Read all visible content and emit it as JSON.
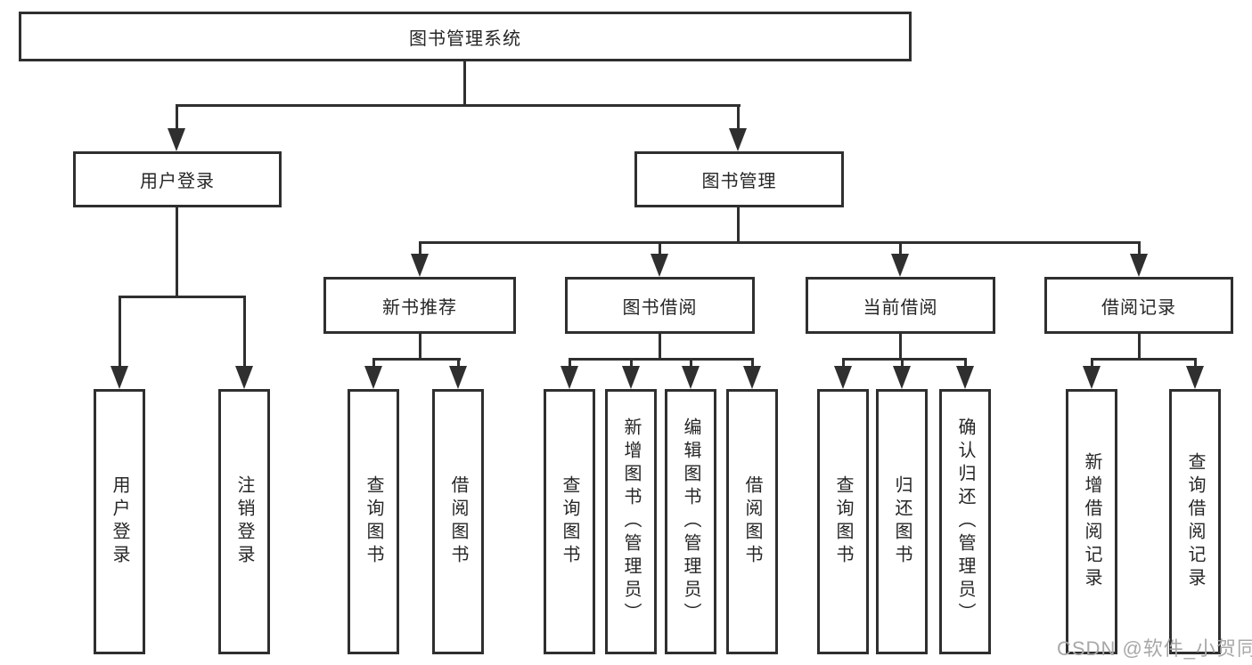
{
  "diagram_title": "图书管理系统",
  "colors": {
    "line": "#2f2f2f",
    "text": "#262626",
    "watermark": "#a8a8a8",
    "background": "#ffffff"
  },
  "nodes": {
    "root": {
      "label": "图书管理系统"
    },
    "user_login": {
      "label": "用户登录"
    },
    "book_management": {
      "label": "图书管理"
    },
    "new_book_recommend": {
      "label": "新书推荐"
    },
    "book_borrow": {
      "label": "图书借阅"
    },
    "current_borrow": {
      "label": "当前借阅"
    },
    "borrow_records": {
      "label": "借阅记录"
    }
  },
  "leaves": {
    "user_login": [
      "用户登录",
      "注销登录"
    ],
    "new_book_recommend": [
      "查询图书",
      "借阅图书"
    ],
    "book_borrow": [
      "查询图书",
      "新增图书（管理员）",
      "编辑图书（管理员）",
      "借阅图书"
    ],
    "current_borrow": [
      "查询图书",
      "归还图书",
      "确认归还（管理员）"
    ],
    "borrow_records": [
      "新增借阅记录",
      "查询借阅记录"
    ]
  },
  "watermark": "CSDN @软件_小贺同学"
}
